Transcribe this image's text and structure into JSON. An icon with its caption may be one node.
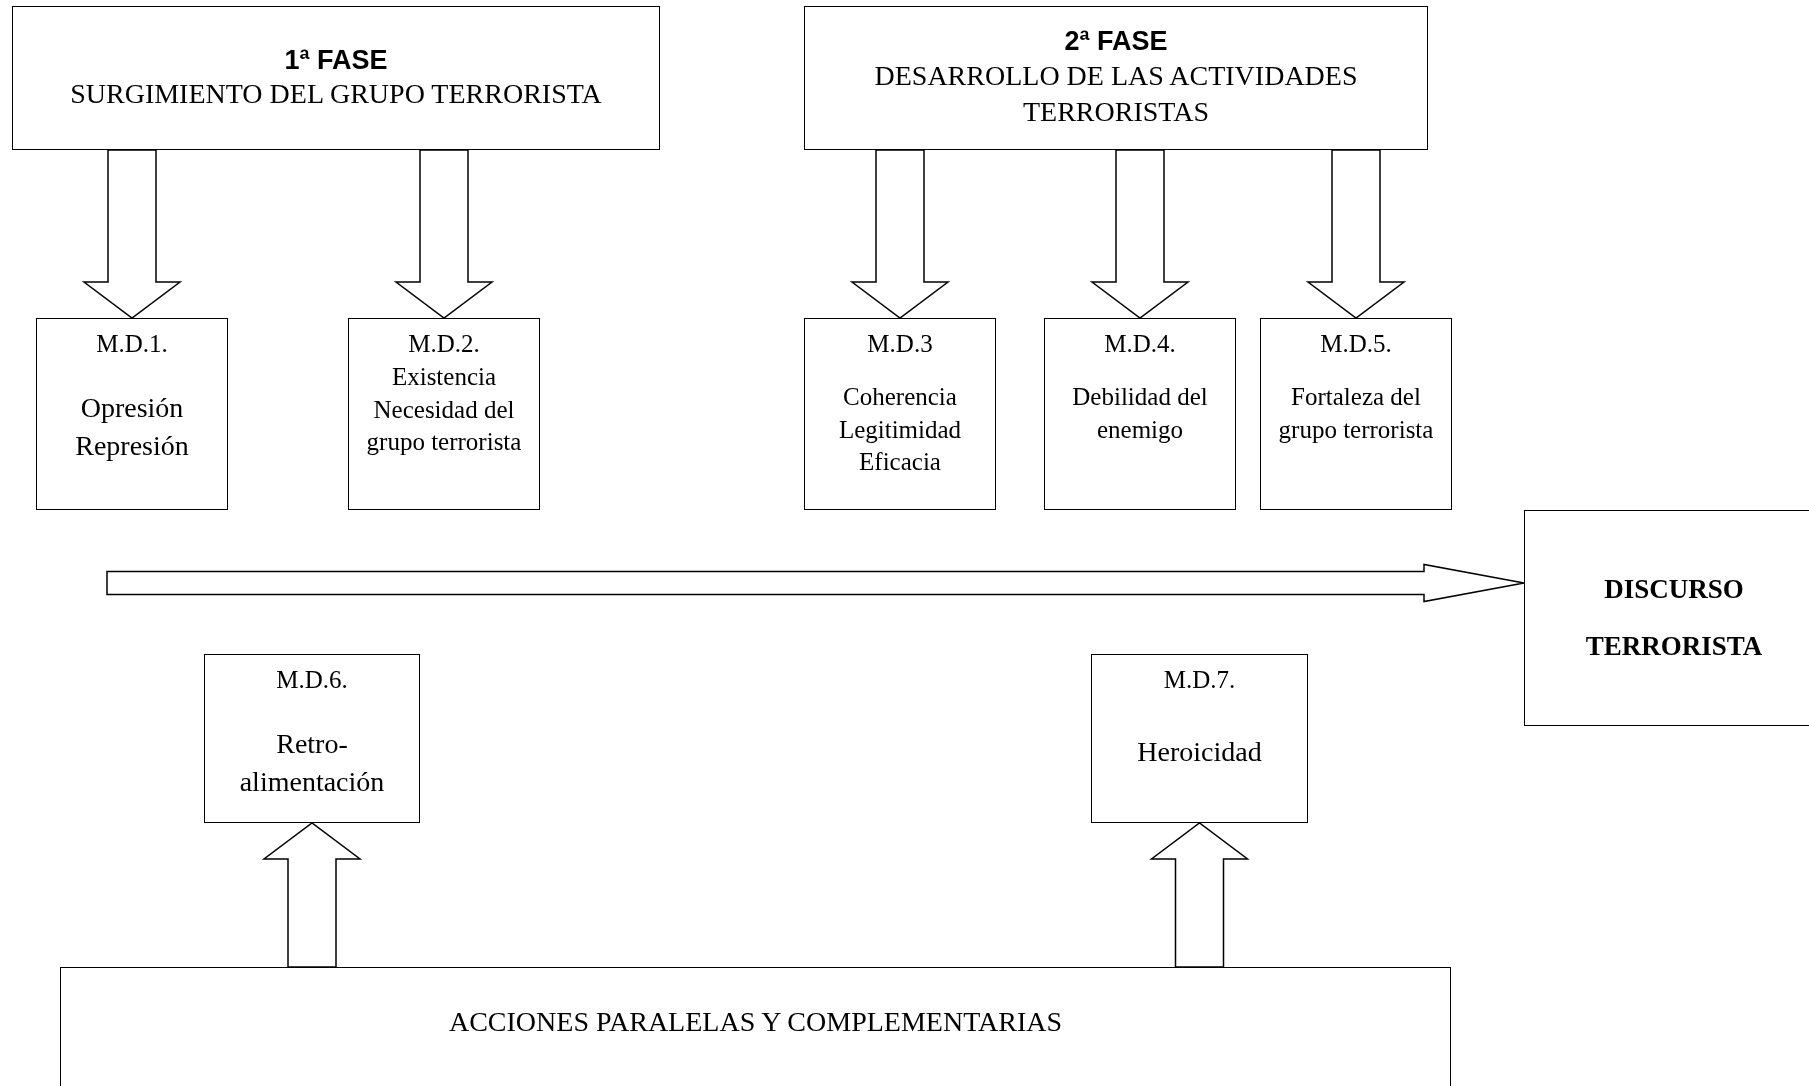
{
  "diagram": {
    "nodes": [
      {
        "text": [
          "1ª FASE",
          "SURGIMIENTO DEL GRUPO TERRORISTA"
        ]
      },
      {
        "text": [
          "2ª FASE",
          "DESARROLLO DE LAS ACTIVIDADES TERRORISTAS"
        ]
      },
      {
        "text": [
          "M.D.1.",
          "Opresión Represión"
        ]
      },
      {
        "text": [
          "M.D.2.",
          "Existencia Necesidad del grupo terrorista"
        ]
      },
      {
        "text": [
          "M.D.3",
          "Coherencia Legitimidad Eficacia"
        ]
      },
      {
        "text": [
          "M.D.4.",
          "Debilidad del enemigo"
        ]
      },
      {
        "text": [
          "M.D.5.",
          "Fortaleza del grupo terrorista"
        ]
      },
      {
        "text": [
          "DISCURSO TERRORISTA"
        ]
      },
      {
        "text": [
          "M.D.6.",
          "Retro- alimentación"
        ]
      },
      {
        "text": [
          "M.D.7.",
          "Heroicidad"
        ]
      },
      {
        "text": [
          "ACCIONES PARALELAS Y COMPLEMENTARIAS"
        ]
      }
    ],
    "edges": [
      {
        "from": 0,
        "to": 2,
        "arrow": "to"
      },
      {
        "from": 0,
        "to": 3,
        "arrow": "to"
      },
      {
        "from": 1,
        "to": 4,
        "arrow": "to"
      },
      {
        "from": 1,
        "to": 5,
        "arrow": "to"
      },
      {
        "from": 1,
        "to": 6,
        "arrow": "to"
      },
      {
        "from": null,
        "to": 7,
        "arrow": "to"
      },
      {
        "from": 10,
        "to": 8,
        "arrow": "to"
      },
      {
        "from": 10,
        "to": 9,
        "arrow": "to"
      }
    ]
  }
}
